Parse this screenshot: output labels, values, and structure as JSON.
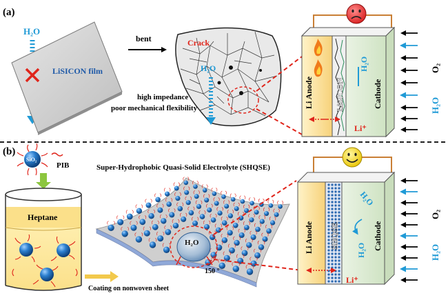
{
  "panel_a": {
    "label": "(a)",
    "water": "H₂O",
    "film_label": "LiSICON film",
    "arrow_label": "bent",
    "crack_label": "Crack",
    "crack_water": "H₂O",
    "note_line1": "high impedance",
    "note_line2": "poor mechanical flexibility",
    "anode": "Li Anode",
    "electrolyte": "LiSICON",
    "cell_water": "H₂O",
    "cathode": "Cathode",
    "ion": "Li⁺",
    "side_water": "H₂O",
    "oxygen": "O₂",
    "face": "sad"
  },
  "panel_b": {
    "label": "(b)",
    "particle": "SiO₂",
    "polymer": "PIB",
    "solvent": "Heptane",
    "title": "Super-Hydrophobic Quasi-Solid Electrolyte (SHQSE)",
    "coating_label": "Coating on nonwoven sheet",
    "droplet_label": "H₂O",
    "angle_label": "150 °",
    "anode": "Li Anode",
    "electrolyte": "SHQSE",
    "cell_water_top": "H₂O",
    "cell_water_bottom": "H₂O",
    "cathode": "Cathode",
    "ion": "Li⁺",
    "side_water": "H₂O",
    "oxygen": "O₂",
    "face": "happy"
  },
  "colors": {
    "water_blue": "#1f9ad6",
    "arrow_red": "#e0251b",
    "anode_fill": "#fbe3a2",
    "cathode_fill": "#dcebd4",
    "wire": "#c97f35",
    "sphere": "#1d6fbf",
    "mesh": "#c8a68a"
  }
}
